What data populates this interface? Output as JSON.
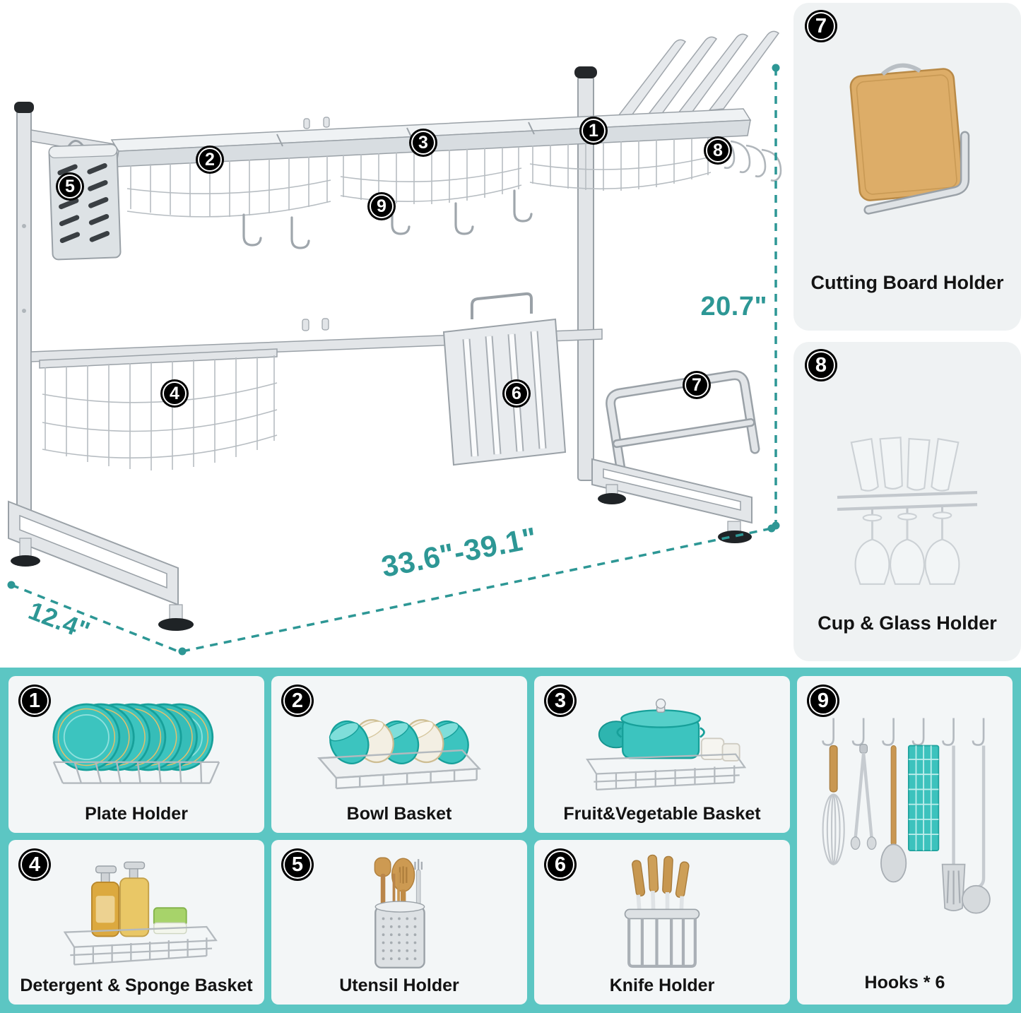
{
  "colors": {
    "accent_teal_text": "#2d9795",
    "section_background": "#5cc6c3",
    "card_background": "#f3f6f7",
    "badge_background": "#000000",
    "badge_text": "#ffffff",
    "product_teal": "#3cc4bf",
    "steel_gray": "#c3c9cd",
    "wood_tan": "#cd9a52"
  },
  "dimensions": {
    "height": "20.7\"",
    "width_range": "33.6\"-39.1\"",
    "depth": "12.4\""
  },
  "callouts": [
    "1",
    "2",
    "3",
    "4",
    "5",
    "6",
    "7",
    "8",
    "9"
  ],
  "side_cards": [
    {
      "num": "7",
      "label": "Cutting Board Holder"
    },
    {
      "num": "8",
      "label": "Cup & Glass Holder"
    }
  ],
  "feature_cards": [
    {
      "num": "1",
      "label": "Plate Holder"
    },
    {
      "num": "2",
      "label": "Bowl Basket"
    },
    {
      "num": "3",
      "label": "Fruit&Vegetable Basket"
    },
    {
      "num": "4",
      "label": "Detergent & Sponge Basket"
    },
    {
      "num": "5",
      "label": "Utensil Holder"
    },
    {
      "num": "6",
      "label": "Knife Holder"
    },
    {
      "num": "9",
      "label": "Hooks * 6"
    }
  ]
}
